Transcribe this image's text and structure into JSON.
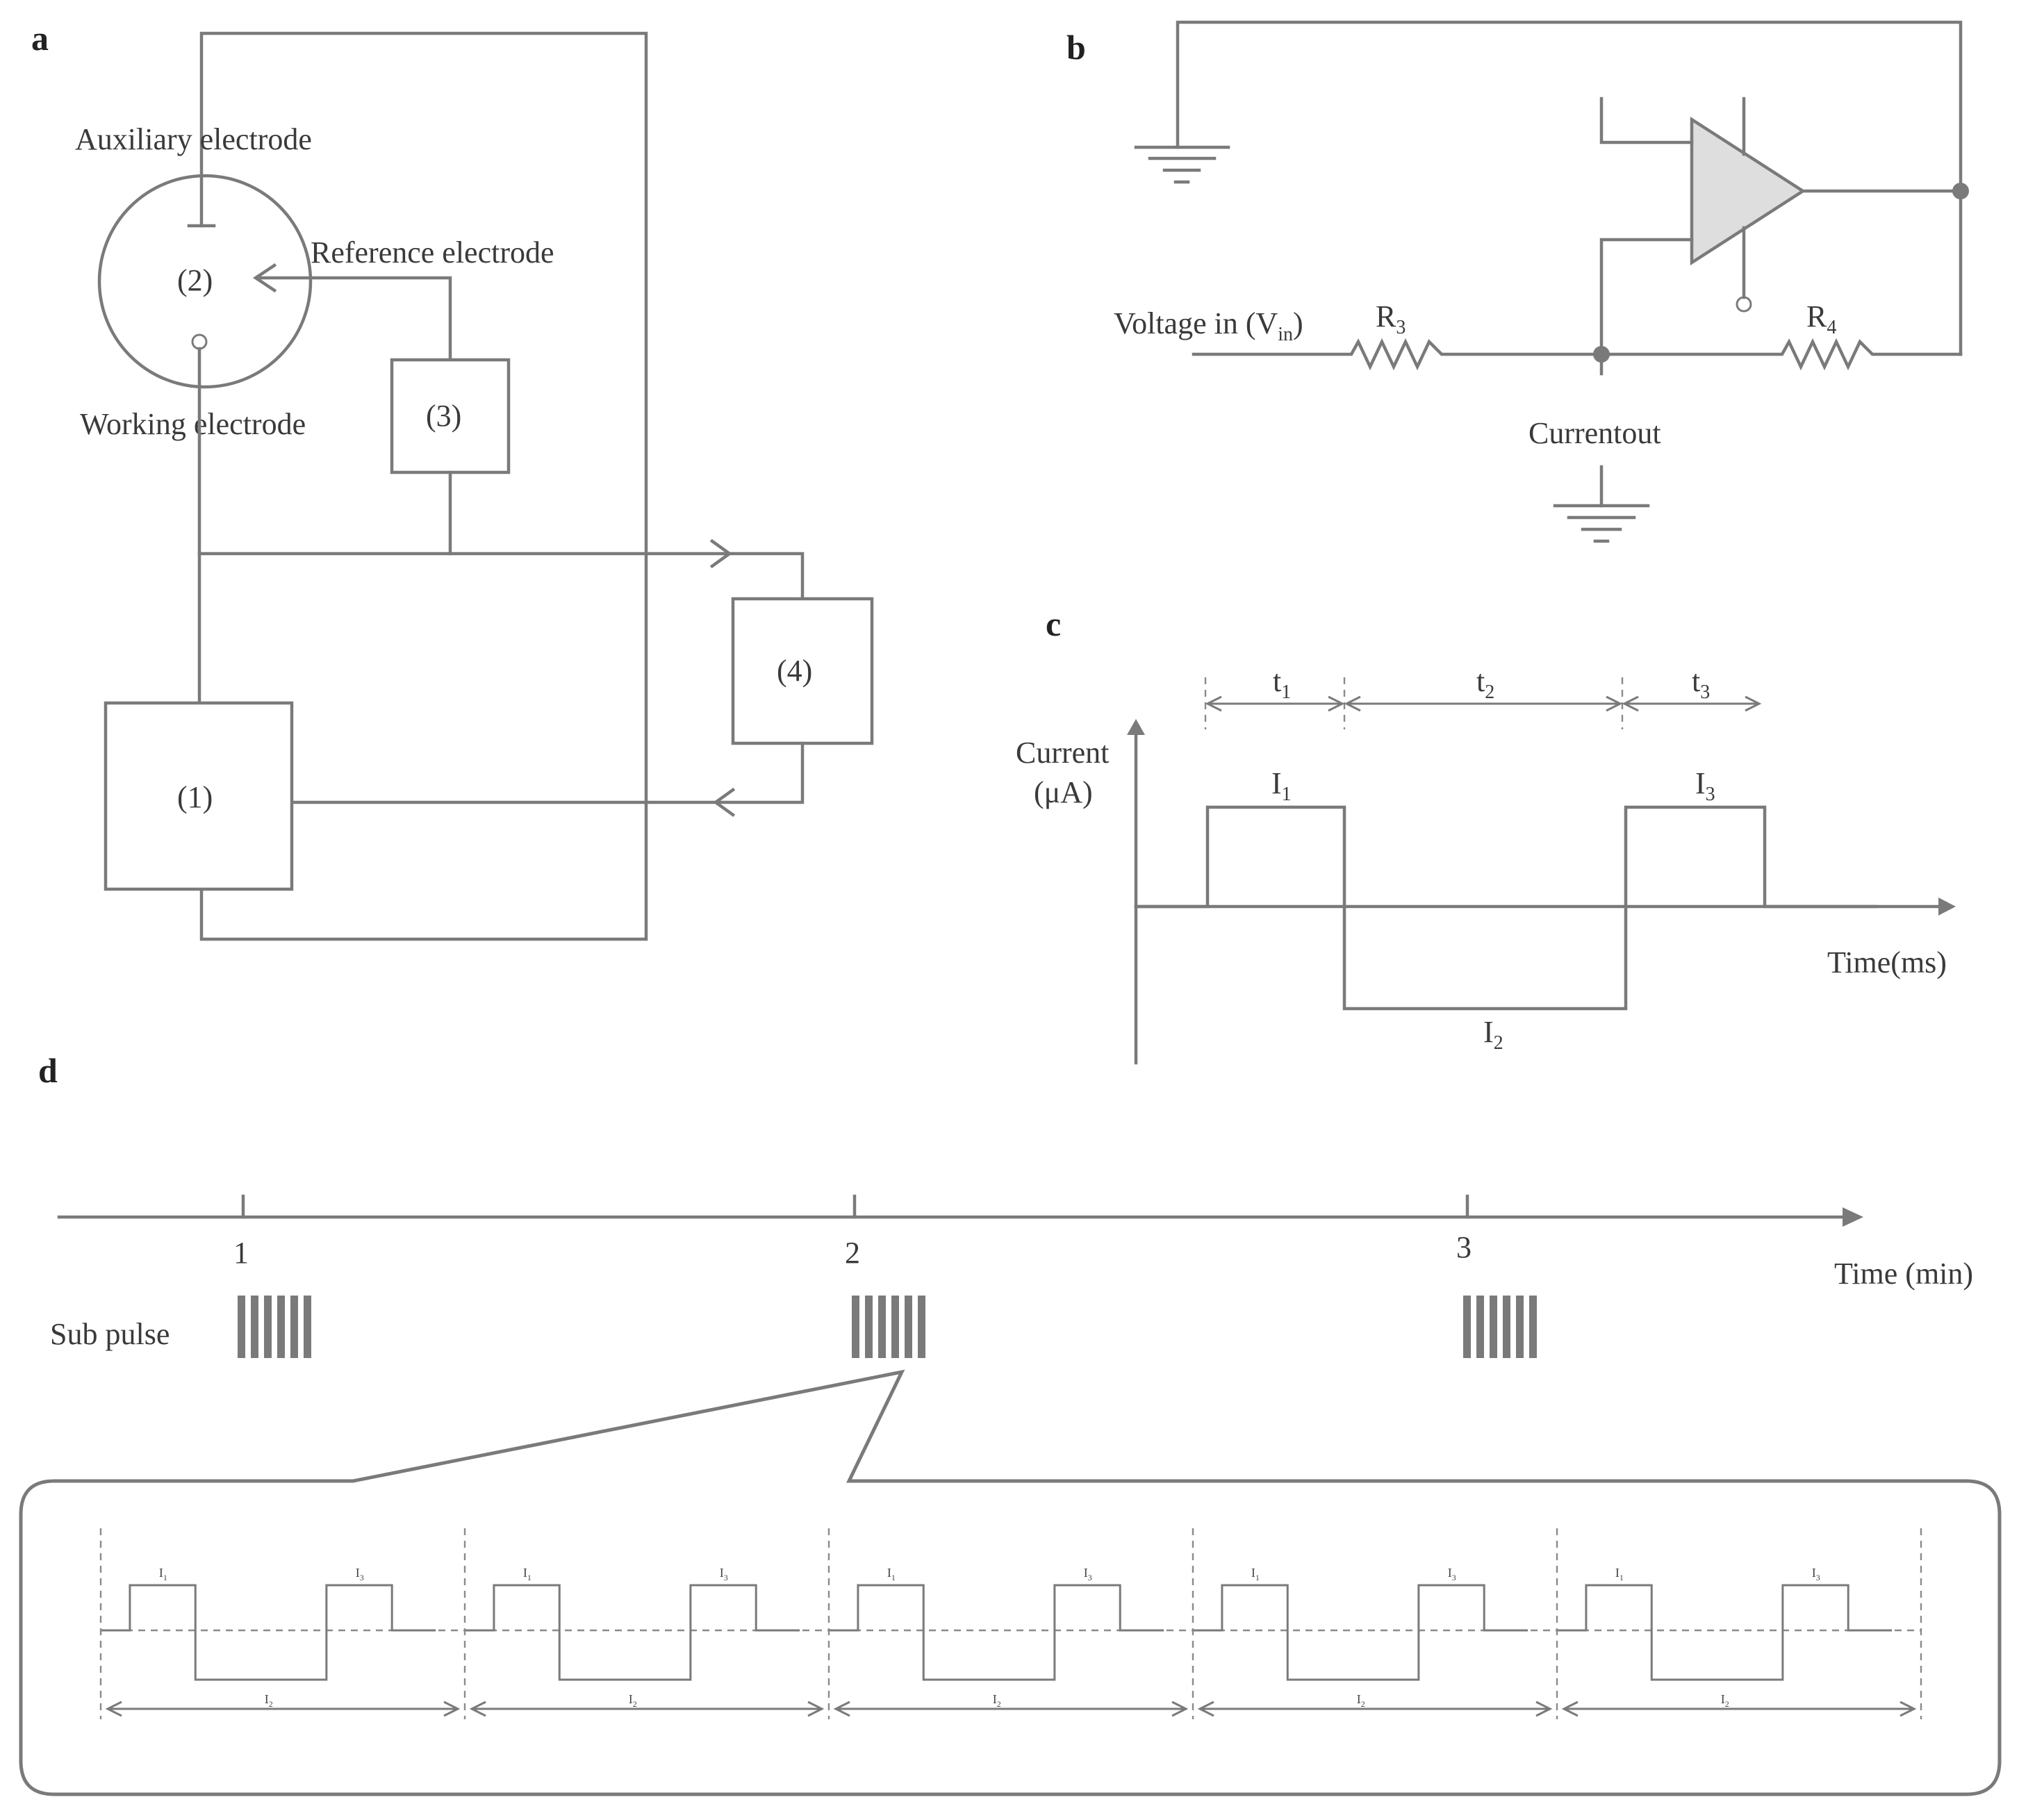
{
  "panels": {
    "a": {
      "label": "a",
      "auxiliary_electrode": "Auxiliary electrode",
      "reference_electrode": "Reference electrode",
      "working_electrode": "Working electrode",
      "cell": "(2)",
      "block1": "(1)",
      "block3": "(3)",
      "block4": "(4)"
    },
    "b": {
      "label": "b",
      "voltage_in": "Voltage in (V",
      "voltage_in_sub": "in",
      "voltage_in_close": ")",
      "r3": "R",
      "r3_sub": "3",
      "r4": "R",
      "r4_sub": "4",
      "current_out": "Currentout"
    },
    "c": {
      "label": "c",
      "y_label_line1": "Current",
      "y_label_line2": "(μA)",
      "x_label": "Time(ms)",
      "t1": "t",
      "t1_sub": "1",
      "t2": "t",
      "t2_sub": "2",
      "t3": "t",
      "t3_sub": "3",
      "i1": "I",
      "i1_sub": "1",
      "i2": "I",
      "i2_sub": "2",
      "i3": "I",
      "i3_sub": "3"
    },
    "d": {
      "label": "d",
      "ticks": [
        "1",
        "2",
        "3"
      ],
      "axis_label": "Time (min)",
      "row_label": "Sub pulse",
      "detail_i1": "I",
      "detail_i1_sub": "1",
      "detail_i2": "I",
      "detail_i2_sub": "2",
      "detail_i3": "I",
      "detail_i3_sub": "3",
      "detail_pulse_count": 5,
      "sub_pulse_bars_per_group": 6
    }
  }
}
